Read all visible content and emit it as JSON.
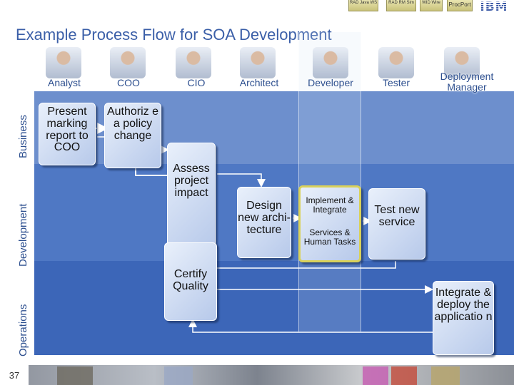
{
  "nav": {
    "tabs": [
      {
        "label": "RAD Java WS"
      },
      {
        "label": "RAD RM Sim"
      },
      {
        "label": "WID Wire"
      },
      {
        "label": "ProcPort"
      }
    ],
    "logo": "IBM"
  },
  "title": "Example Process Flow for SOA Development",
  "roles": [
    "Analyst",
    "COO",
    "CIO",
    "Architect",
    "Developer",
    "Tester",
    "Deployment Manager"
  ],
  "lanes": [
    "Business",
    "Development",
    "Operations"
  ],
  "steps": {
    "present": "Present marking report to COO",
    "authorize": "Authoriz e a policy change",
    "assess": "Assess project impact",
    "design": "Design new archi-tecture",
    "implement": "Implement & Integrate",
    "services": "Services & Human Tasks",
    "test": "Test new service",
    "certify": "Certify Quality",
    "deploy": "Integrate & deploy the applicatio n"
  },
  "page_number": "37"
}
